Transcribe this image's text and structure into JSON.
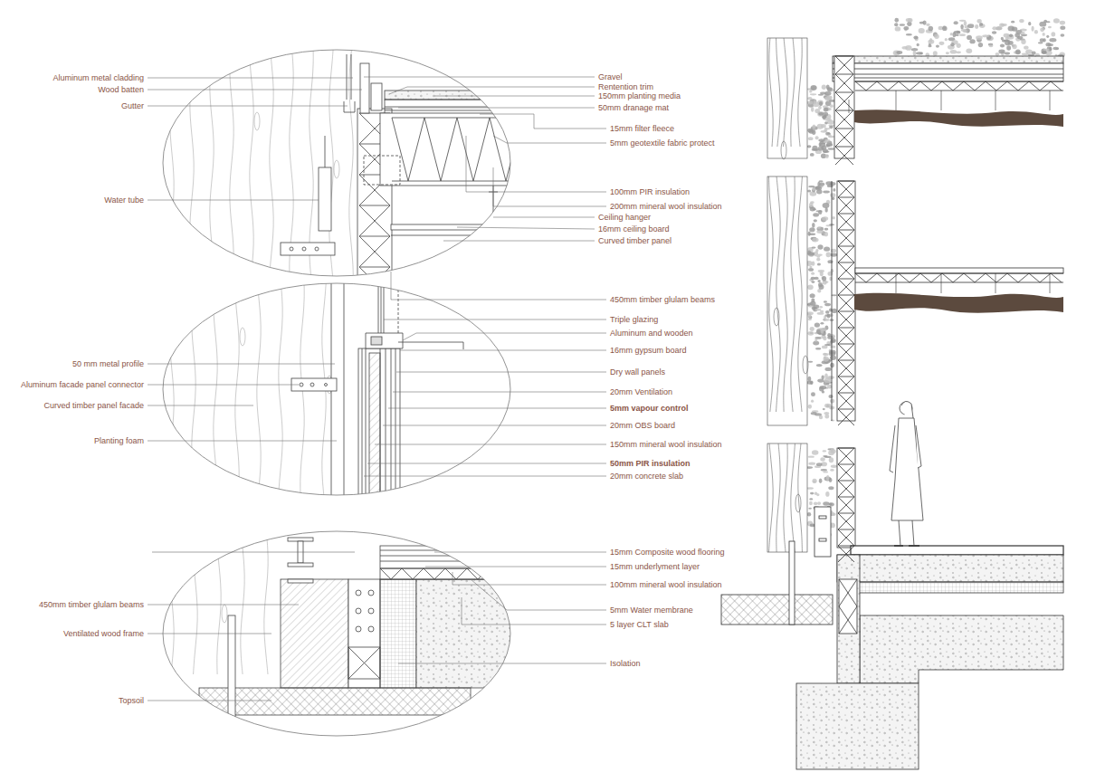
{
  "diagram": {
    "labels": [
      "Aluminum metal cladding",
      "Wood batten",
      "Gutter",
      "Water tube",
      "Gravel",
      "Rentention trim",
      "150mm planting media",
      "50mm dranage mat",
      "15mm filter fleece",
      "5mm geotextile fabric protect",
      "100mm PIR insulation",
      "200mm mineral wool insulation",
      "Ceiling hanger",
      "16mm ceiling board",
      "Curved timber panel",
      "450mm timber glulam beams",
      "Triple glazing",
      "Aluminum and wooden",
      "16mm gypsum board",
      "Dry wall panels",
      "20mm Ventilation",
      "5mm vapour control",
      "20mm OBS board",
      "150mm mineral wool insulation",
      "50mm PIR insulation",
      "20mm concrete slab",
      "50 mm metal profile",
      "Aluminum facade panel connector",
      "Curved timber panel facade",
      "Planting foam",
      "15mm Composite wood flooring",
      "15mm underlyment layer",
      "100mm mineral wool insulation",
      "5mm Water membrane",
      "5 layer CLT slab",
      "Isolation",
      "450mm timber glulam beams",
      "Ventilated wood frame",
      "Topsoil"
    ]
  }
}
